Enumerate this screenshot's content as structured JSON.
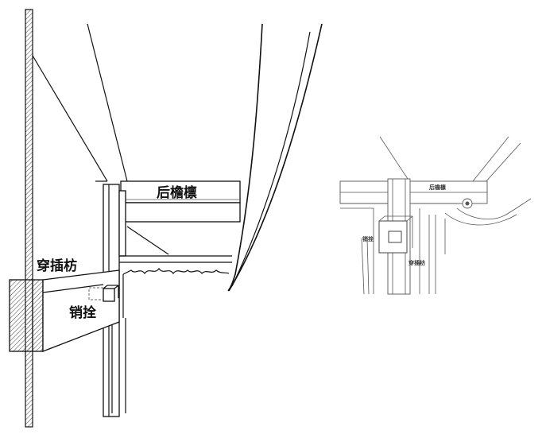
{
  "main_diagram": {
    "labels": {
      "purlin": "后檐檩",
      "through_tenon": "穿插枋",
      "pin": "销拴"
    }
  },
  "inset_diagram": {
    "labels": {
      "purlin": "后檐檩",
      "pin": "销拴",
      "through_tenon": "穿插枋"
    }
  }
}
